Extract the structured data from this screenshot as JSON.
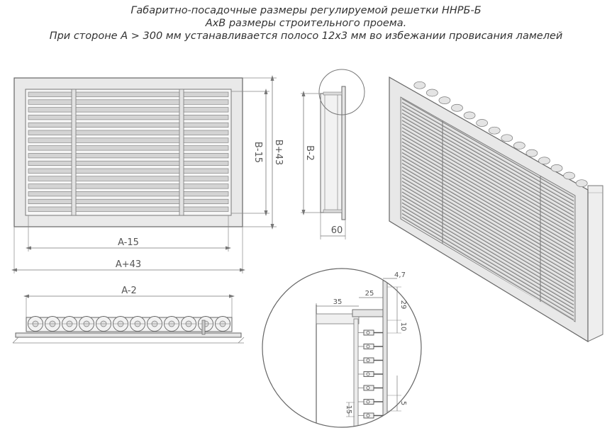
{
  "header": {
    "line1": "Габаритно-посадочные размеры регулируемой решетки ННРБ-Б",
    "line2": "АхВ размеры строительного проема.",
    "line3": "При стороне А > 300 мм устанавливается полосо 12х3 мм во избежании провисания ламелей"
  },
  "front_view": {
    "dim_width_inner": "A-15",
    "dim_width_outer": "A+43",
    "dim_height_inner": "B-15",
    "dim_height_outer": "B+43"
  },
  "side_view": {
    "dim_height": "B-2",
    "dim_depth": "60"
  },
  "top_view": {
    "dim_width": "A-2"
  },
  "detail_view": {
    "dim_35": "35",
    "dim_25": "25",
    "dim_4_7": "4,7",
    "dim_29": "29",
    "dim_10": "10",
    "dim_5": "5",
    "dim_15": "15"
  },
  "colors": {
    "line": "#666666",
    "frame_fill": "#e9e9e9",
    "slat_fill": "#d4d4d4",
    "dim_line": "#777777"
  }
}
